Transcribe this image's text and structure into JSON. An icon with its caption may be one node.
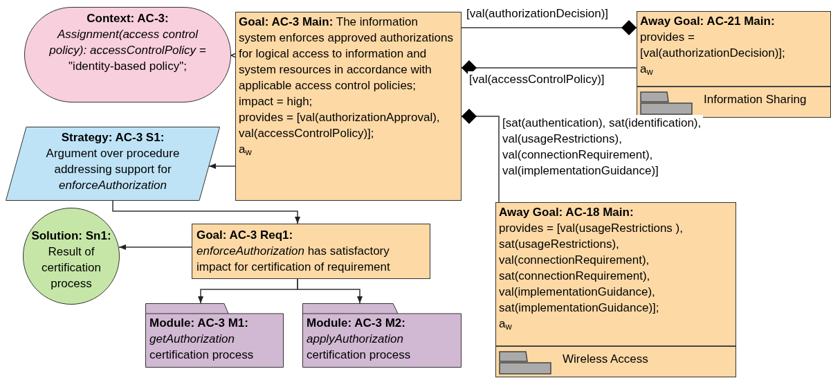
{
  "diagram": {
    "nodes": [
      {
        "text": [
          "Context: AC-3:",
          "*Assignment(access control policy): accessControlPolicy =* \"identity-based policy\";"
        ]
      },
      {
        "text": [
          "**Goal: AC-3 Main:** The information system enforces approved authorizations for logical access to information and system resources in accordance with applicable access control policies;",
          "impact = high;",
          "provides = [val(authorizationApproval), val(accessControlPolicy)];",
          "a$_{w}$"
        ]
      },
      {
        "text": [
          "Away Goal: AC-21 Main:",
          "provides = [val(authorizationDecision)];",
          "a$_{w}$",
          "Information Sharing"
        ]
      },
      {
        "text": [
          "Strategy: AC-3 S1:",
          "Argument over procedure addressing support for *enforceAuthorization*"
        ]
      },
      {
        "text": [
          "Solution: Sn1:",
          "Result of certification process"
        ]
      },
      {
        "text": [
          "Goal: AC-3 Req1:",
          "*enforceAuthorization* has satisfactory impact for certification of requirement"
        ]
      },
      {
        "text": [
          "Away Goal: AC-18 Main:",
          "provides = [val(usageRestrictions ), sat(usageRestrictions), val(connectionRequirement), sat(connectionRequirement), val(implementationGuidance), sat(implementationGuidance)];",
          "a$_{w}$",
          "Wireless Access"
        ]
      },
      {
        "text": [
          "Module: AC-3 M1:",
          "*getAuthorization* certification process"
        ]
      },
      {
        "text": [
          "Module: AC-3 M2:",
          "*applyAuthorization* certification process"
        ]
      }
    ],
    "edges": [
      {
        "from": 1,
        "to": 0,
        "arrow": "to"
      },
      {
        "from": 1,
        "to": 2,
        "arrow": "other",
        "label": "[val(authorizationDecision)]"
      },
      {
        "from": 2,
        "to": 1,
        "arrow": "other",
        "label": "[val(accessControlPolicy)]"
      },
      {
        "from": 6,
        "to": 1,
        "arrow": "other",
        "label": "[sat(authentication), sat(identification), val(usageRestrictions), val(connectionRequirement), val(implementationGuidance)]"
      },
      {
        "from": 1,
        "to": 3,
        "arrow": "to"
      },
      {
        "from": 3,
        "to": 5,
        "arrow": "to"
      },
      {
        "from": 5,
        "to": 4,
        "arrow": "to"
      },
      {
        "from": 5,
        "to": 7,
        "arrow": "to"
      },
      {
        "from": 5,
        "to": 8,
        "arrow": "to"
      }
    ]
  }
}
